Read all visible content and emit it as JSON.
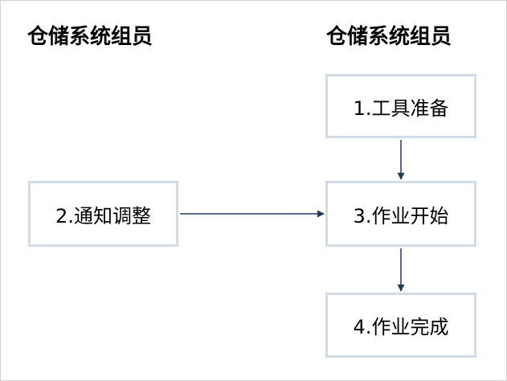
{
  "lanes": {
    "left": "仓储系统组员",
    "right": "仓储系统组员"
  },
  "nodes": {
    "n1": "1.工具准备",
    "n2": "2.通知调整",
    "n3": "3.作业开始",
    "n4": "4.作业完成"
  },
  "colors": {
    "node_border": "#d3dce6",
    "arrow": "#1f3864"
  }
}
